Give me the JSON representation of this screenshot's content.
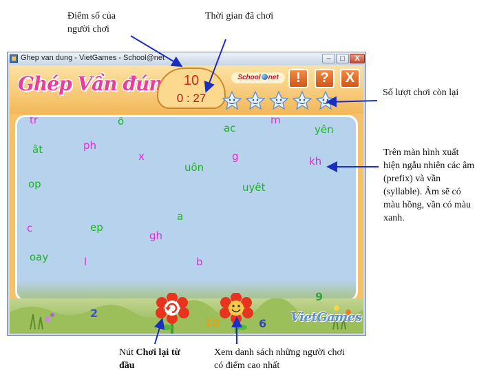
{
  "annotations": {
    "score_label": "Điểm số của người chơi",
    "time_label": "Thời gian đã chơi",
    "lives_label": "Số lượt chơi còn lại",
    "tiles_desc": "Trên màn hình xuất hiện ngẫu nhiên các âm (prefix) và vần (syllable). Âm sẽ có màu hồng, vần có màu xanh.",
    "replay_prefix": "Nút ",
    "replay_bold": "Chơi lại từ đầu",
    "highscore_label": "Xem danh sách những người chơi có điểm cao nhất"
  },
  "window": {
    "title": "Ghep van dung - VietGames - School@net",
    "minimize": "–",
    "maximize": "□",
    "close": "X"
  },
  "game": {
    "logo": "Ghép Vần đúng",
    "score": "10",
    "time": "0 : 27",
    "school_brand_1": "School",
    "school_brand_2": "net",
    "buttons": {
      "help": "!",
      "question": "?",
      "exit": "X"
    },
    "lives_count": 5,
    "vietgames_brand": "VietGames",
    "deco_numbers": [
      "2",
      "10",
      "6",
      "9"
    ],
    "colors": {
      "prefix": "#e22bd3",
      "syllable": "#1fb12a"
    },
    "tiles": [
      {
        "text": "tr",
        "kind": "prefix"
      },
      {
        "text": "ô",
        "kind": "syllable"
      },
      {
        "text": "ac",
        "kind": "syllable"
      },
      {
        "text": "m",
        "kind": "prefix"
      },
      {
        "text": "yên",
        "kind": "syllable"
      },
      {
        "text": "ât",
        "kind": "syllable"
      },
      {
        "text": "ph",
        "kind": "prefix"
      },
      {
        "text": "x",
        "kind": "prefix"
      },
      {
        "text": "g",
        "kind": "prefix"
      },
      {
        "text": "uôn",
        "kind": "syllable"
      },
      {
        "text": "kh",
        "kind": "prefix"
      },
      {
        "text": "op",
        "kind": "syllable"
      },
      {
        "text": "uyêt",
        "kind": "syllable"
      },
      {
        "text": "a",
        "kind": "syllable"
      },
      {
        "text": "c",
        "kind": "prefix"
      },
      {
        "text": "ep",
        "kind": "syllable"
      },
      {
        "text": "gh",
        "kind": "prefix"
      },
      {
        "text": "oay",
        "kind": "syllable"
      },
      {
        "text": "l",
        "kind": "prefix"
      },
      {
        "text": "b",
        "kind": "prefix"
      }
    ]
  }
}
